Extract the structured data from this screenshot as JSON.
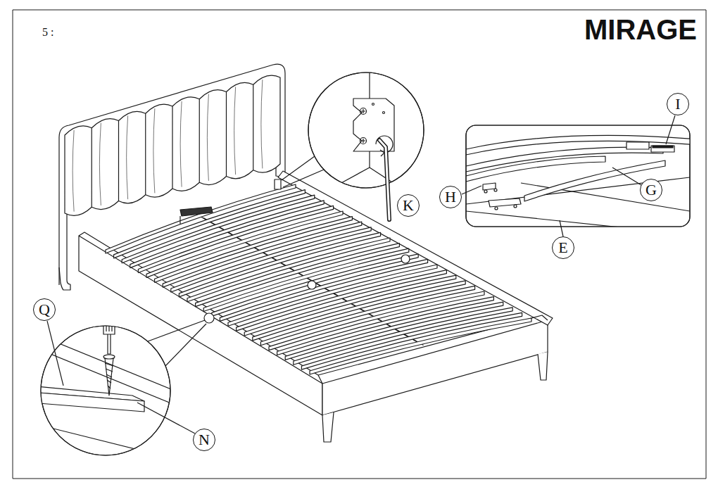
{
  "diagram": {
    "title": "MIRAGE",
    "nodes": [
      {
        "text": [
          "I"
        ]
      },
      {
        "text": [
          "H"
        ]
      },
      {
        "text": [
          "K"
        ]
      },
      {
        "text": [
          "G"
        ]
      },
      {
        "text": [
          "E"
        ]
      },
      {
        "text": [
          "Q"
        ]
      },
      {
        "text": [
          "N"
        ]
      }
    ],
    "labels": [
      "5 :"
    ]
  }
}
